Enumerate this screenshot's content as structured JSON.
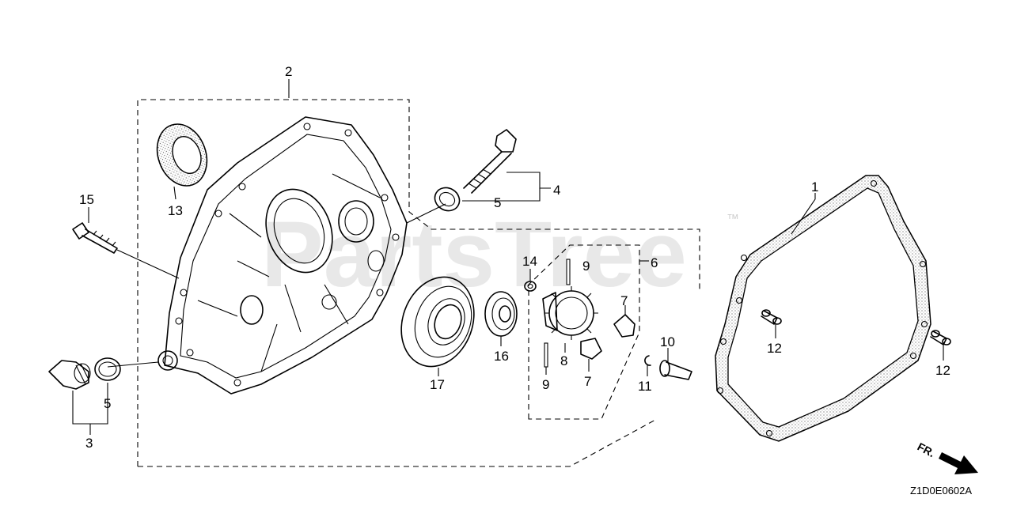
{
  "watermark": {
    "text": "PartsTree",
    "tm": "™"
  },
  "diagram_code": "Z1D0E0602A",
  "direction": {
    "text": "FR."
  },
  "callouts": {
    "c1": "1",
    "c2": "2",
    "c3": "3",
    "c4": "4",
    "c5a": "5",
    "c5b": "5",
    "c6": "6",
    "c7a": "7",
    "c7b": "7",
    "c8": "8",
    "c9a": "9",
    "c9b": "9",
    "c10": "10",
    "c11": "11",
    "c12a": "12",
    "c12b": "12",
    "c13": "13",
    "c14": "14",
    "c15": "15",
    "c16": "16",
    "c17": "17"
  }
}
